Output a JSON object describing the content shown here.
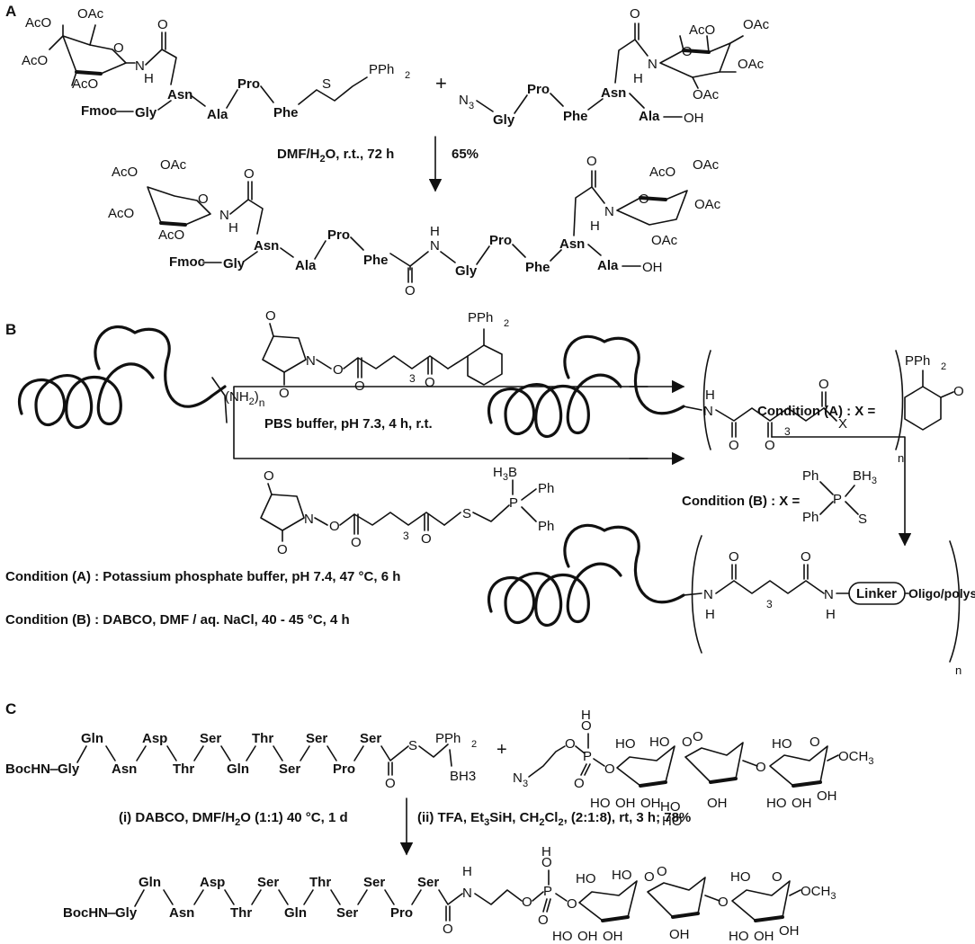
{
  "sections": {
    "a": "A",
    "b": "B",
    "c": "C"
  },
  "sugar_labels": {
    "oac": "OAc",
    "aco": "AcO",
    "ho": "HO",
    "oh": "OH",
    "o": "O",
    "och3": "OCH",
    "sub3": "3"
  },
  "atoms": {
    "n": "N",
    "h": "H",
    "s": "S",
    "o": "O",
    "x": "X",
    "p": "P",
    "ph": "Ph",
    "bh3_group": "BH",
    "sub3": "3",
    "sub2": "2",
    "pph2": "PPh",
    "n3": "N",
    "oh": "OH",
    "h3b": "H",
    "b": "B"
  },
  "residues": {
    "fmoc": "Fmoc",
    "gly": "Gly",
    "asn": "Asn",
    "ala": "Ala",
    "pro": "Pro",
    "phe": "Phe",
    "ala_oh": "Ala",
    "gln": "Gln",
    "asp": "Asp",
    "thr": "Thr",
    "ser": "Ser",
    "bochn": "BocHN",
    "bh3": "BH3"
  },
  "section_a": {
    "plus": "+",
    "condition": "DMF/H",
    "condition_sub": "2",
    "condition_rest": "O, r.t., 72 h",
    "yield": "65%"
  },
  "section_b": {
    "amine": "(NH",
    "amine_sub": "2",
    "amine_close": ")",
    "n": "n",
    "arrow_condition": "PBS buffer, pH 7.3, 4 h, r.t.",
    "three": "3",
    "cond_a_label": "Condition (A) : X =",
    "cond_b_label": "Condition (B) : X =",
    "cond_a_text": "Condition (A) : Potassium phosphate buffer, pH 7.4, 47 °C, 6 h",
    "cond_b_text": "Condition (B) : DABCO, DMF / aq. NaCl, 40 - 45 °C, 4 h",
    "linker": "Linker",
    "oligo": "Oligo/polysaccharide"
  },
  "section_c": {
    "plus": "+",
    "step1": "(i) DABCO, DMF/H",
    "step1_sub": "2",
    "step1_rest": "O (1:1) 40 °C, 1 d",
    "step2_a": "(ii) TFA, Et",
    "step2_sub1": "3",
    "step2_b": "SiH, CH",
    "step2_sub2": "2",
    "step2_c": "Cl",
    "step2_sub3": "2",
    "step2_d": ", (2:1:8), rt, 3 h; 78%"
  }
}
